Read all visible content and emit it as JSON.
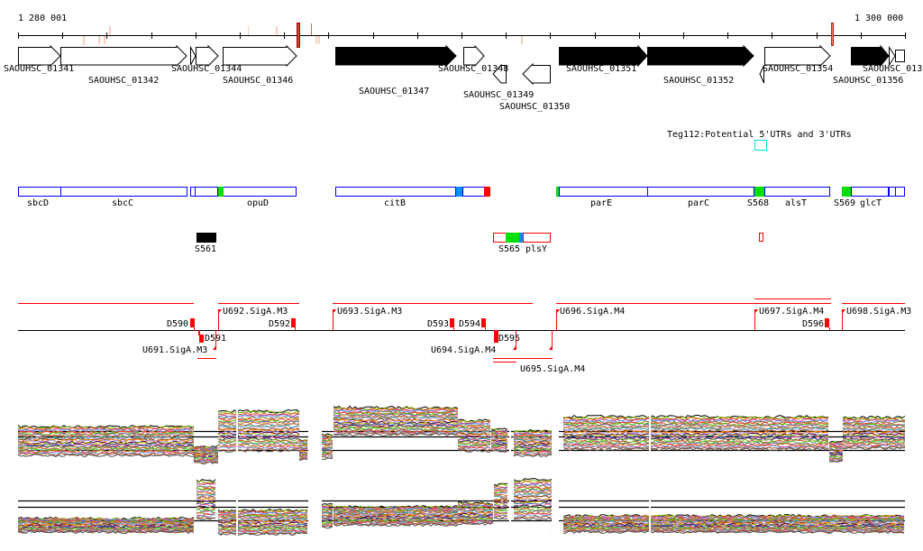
{
  "ruler": {
    "start_label": "1 280 001",
    "end_label": "1 300 000"
  },
  "genes": [
    {
      "id": "SAOUHSC_01341"
    },
    {
      "id": "SAOUHSC_01342"
    },
    {
      "id": "SAOUHSC_01344"
    },
    {
      "id": "SAOUHSC_01346"
    },
    {
      "id": "SAOUHSC_01347"
    },
    {
      "id": "SAOUHSC_01348"
    },
    {
      "id": "SAOUHSC_01349"
    },
    {
      "id": "SAOUHSC_01350"
    },
    {
      "id": "SAOUHSC_01351"
    },
    {
      "id": "SAOUHSC_01352"
    },
    {
      "id": "SAOUHSC_01354"
    },
    {
      "id": "SAOUHSC_01356"
    },
    {
      "id": "SAOUHSC_013"
    }
  ],
  "teg": {
    "label": "Teg112:Potential 5'UTRs and 3'UTRs"
  },
  "features": [
    "sbcD",
    "sbcC",
    "opuD",
    "citB",
    "parE",
    "parC",
    "S568",
    "alsT",
    "S569",
    "glcT"
  ],
  "srnas": [
    "S561",
    "S565",
    "plsY"
  ],
  "promoters": [
    "D590",
    "U692.SigA.M3",
    "D592",
    "U693.SigA.M3",
    "D593",
    "D594",
    "U696.SigA.M4",
    "U697.SigA.M4",
    "D596",
    "U698.SigA.M3",
    "D591",
    "U691.SigA.M3",
    "D595",
    "U694.SigA.M4",
    "U695.SigA.M4"
  ],
  "colors": {
    "feature_outline": "#0000ff",
    "srna_green": "#00e000",
    "srna_blue": "#0090ff",
    "red": "#ff0000",
    "teg": "#00e0e0"
  }
}
